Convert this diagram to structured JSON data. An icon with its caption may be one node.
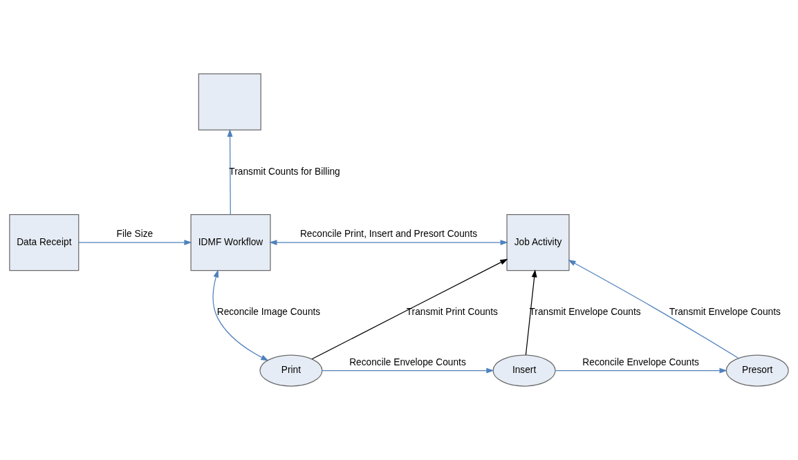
{
  "diagram": {
    "nodes": [
      {
        "text": [
          "Data Receipt"
        ]
      },
      {
        "text": [
          "IDMF Workflow"
        ]
      },
      {
        "text": [],
        "shape": "box"
      },
      {
        "text": [
          "Job Activity"
        ]
      },
      {
        "text": [
          "Print"
        ]
      },
      {
        "text": [
          "Insert"
        ]
      },
      {
        "text": [
          "Presort"
        ]
      }
    ],
    "edges": [
      {
        "from": 0,
        "to": 1,
        "arrow": "to",
        "label": "File Size"
      },
      {
        "from": 1,
        "to": 2,
        "arrow": "to",
        "label": "Transmit Counts for Billing"
      },
      {
        "from": 1,
        "to": 3,
        "arrow": "both",
        "label": "Reconcile Print, Insert and Presort Counts"
      },
      {
        "from": 1,
        "to": 4,
        "arrow": "both",
        "label": "Reconcile Image Counts"
      },
      {
        "from": 4,
        "to": 3,
        "arrow": "to",
        "label": "Transmit Print Counts",
        "color": "#000000"
      },
      {
        "from": 5,
        "to": 3,
        "arrow": "to",
        "label": "Transmit Envelope Counts",
        "color": "#000000"
      },
      {
        "from": 4,
        "to": 5,
        "arrow": "to",
        "label": "Reconcile Envelope Counts"
      },
      {
        "from": 5,
        "to": 6,
        "arrow": "to",
        "label": "Reconcile Envelope Counts"
      },
      {
        "from": 6,
        "to": 3,
        "arrow": "to",
        "label": "Transmit Envelope Counts"
      }
    ]
  }
}
